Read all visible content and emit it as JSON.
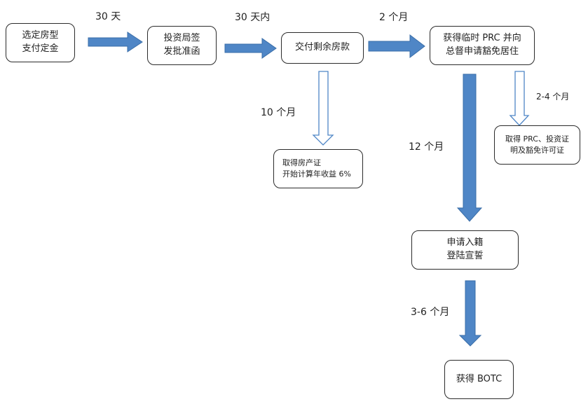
{
  "nodes": {
    "select": [
      "选定房型",
      "支付定金"
    ],
    "approve": [
      "投资局签",
      "发批准函"
    ],
    "pay_remaining": [
      "交付剩余房款"
    ],
    "temp_prc": [
      "获得临时 PRC 并向",
      "总督申请豁免居住"
    ],
    "property_cert": [
      "取得房产证",
      "开始计算年收益 6%"
    ],
    "prc_permit": [
      "取得 PRC、投资证",
      "明及豁免许可证"
    ],
    "citizenship": [
      "申请入籍",
      "登陆宣誓"
    ],
    "botc": [
      "获得 BOTC"
    ]
  },
  "durations": {
    "select_to_approve": "30 天",
    "approve_to_pay": "30 天内",
    "pay_to_prc": "2 个月",
    "pay_to_cert": "10 个月",
    "prc_to_permit": "2-4 个月",
    "prc_to_citizenship": "12 个月",
    "citizenship_to_botc": "3-6 个月"
  },
  "colors": {
    "arrow_fill": "#4f86c6",
    "arrow_stroke": "#3a6ea8",
    "outline_arrow_stroke": "#4f86c6",
    "box_border": "#2b2b2b"
  }
}
